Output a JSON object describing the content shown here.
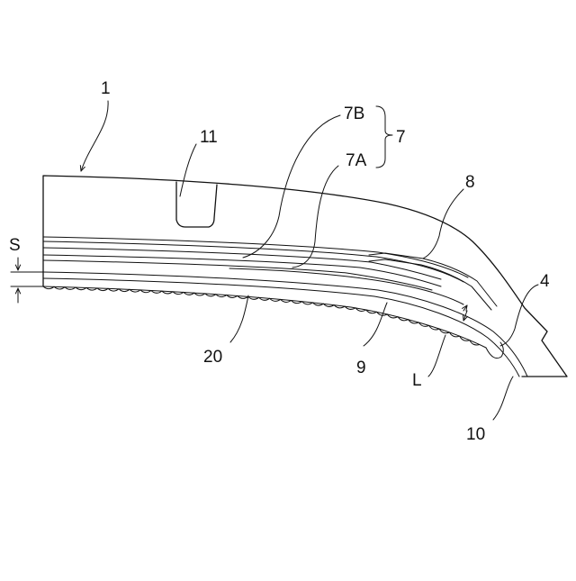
{
  "labels": {
    "tire": "1",
    "groove": "11",
    "belt_outer": "7B",
    "belt_inner": "7A",
    "belt": "7",
    "band": "8",
    "edge": "4",
    "gap_s": "S",
    "carcass": "9",
    "inner_layer": "20",
    "length_l": "L",
    "sidewall": "10"
  }
}
